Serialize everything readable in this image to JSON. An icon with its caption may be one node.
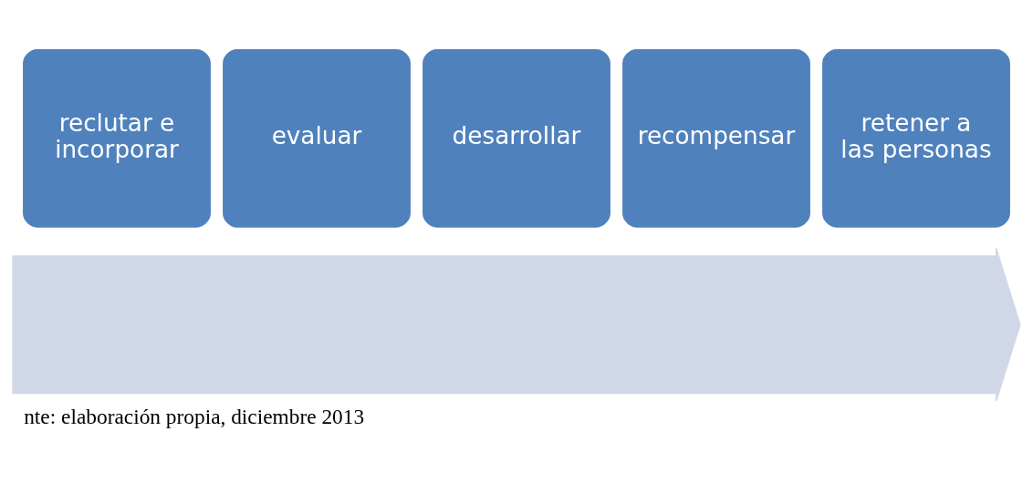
{
  "diagram": {
    "caption": "nte: elaboración propia, diciembre 2013",
    "nodes": [
      {
        "text": [],
        "shape": "arrow"
      },
      {
        "text": [
          "reclutar e incorporar"
        ]
      },
      {
        "text": [
          "evaluar"
        ]
      },
      {
        "text": [
          "desarrollar"
        ]
      },
      {
        "text": [
          "recompensar"
        ]
      },
      {
        "text": [
          "retener a las personas"
        ]
      }
    ],
    "edges": []
  }
}
